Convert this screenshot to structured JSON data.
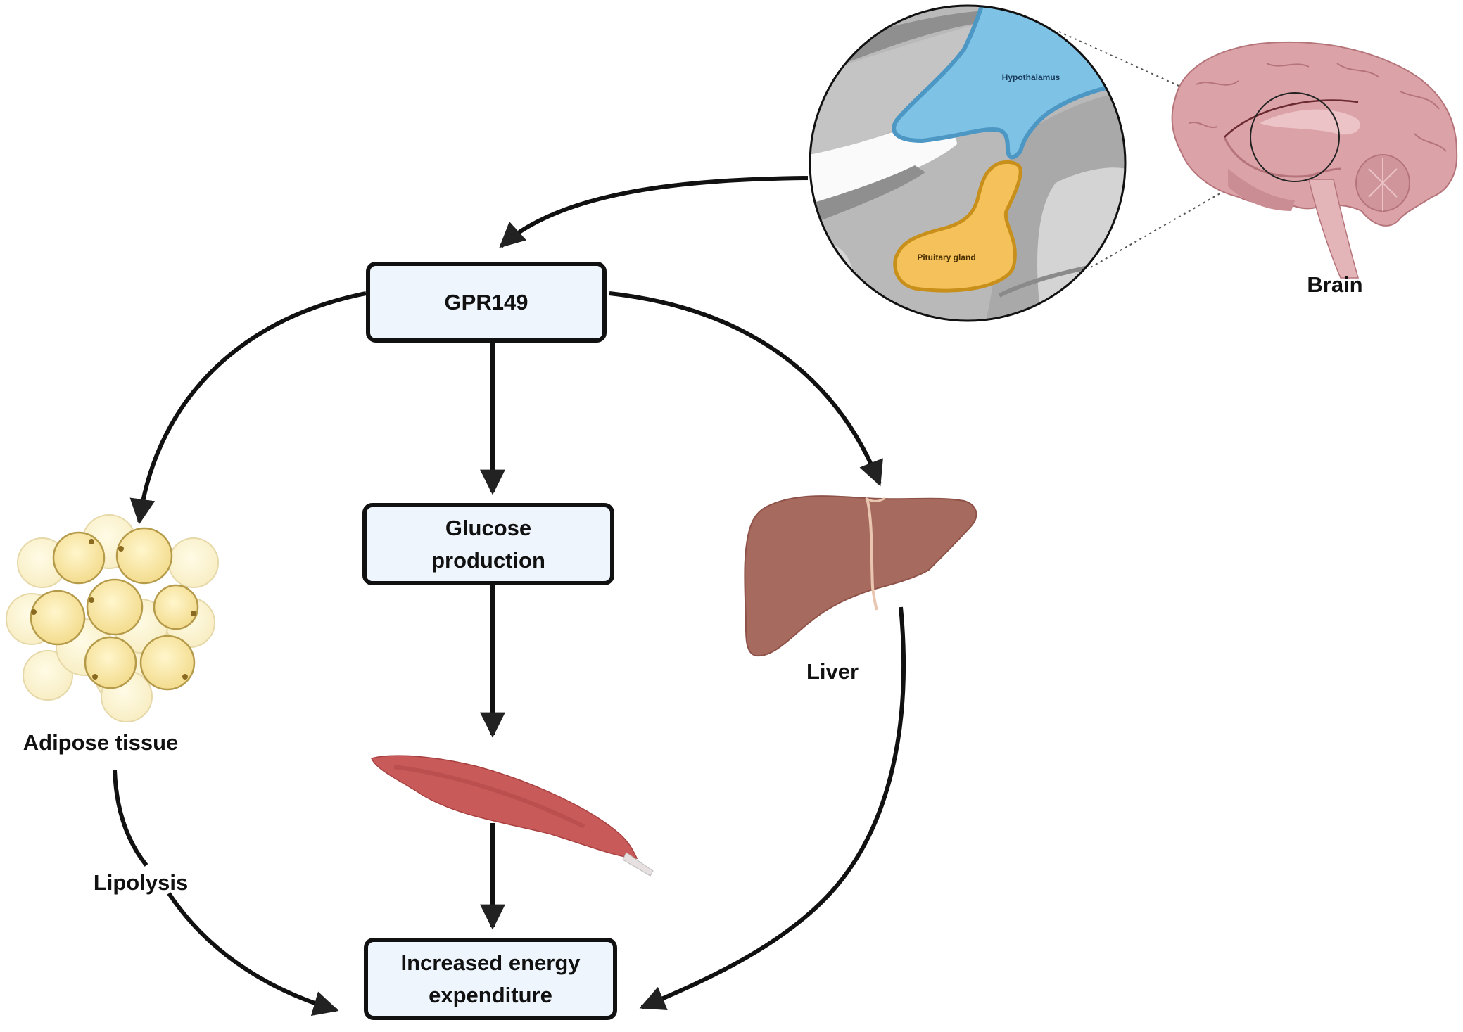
{
  "figure": {
    "nodes": {
      "gpr149": {
        "label": "GPR149"
      },
      "glucose": {
        "label_line1": "Glucose",
        "label_line2": "production"
      },
      "energy": {
        "label_line1": "Increased energy",
        "label_line2": "expenditure"
      }
    },
    "labels": {
      "brain": "Brain",
      "adipose": "Adipose tissue",
      "liver": "Liver",
      "lipolysis": "Lipolysis",
      "hypothalamus": "Hypothalamus",
      "pituitary": "Pituitary gland"
    },
    "edges": [
      {
        "from": "Hypothalamus/Pituitary (Brain)",
        "to": "GPR149"
      },
      {
        "from": "GPR149",
        "to": "Adipose tissue"
      },
      {
        "from": "GPR149",
        "to": "Glucose production"
      },
      {
        "from": "GPR149",
        "to": "Liver"
      },
      {
        "from": "Glucose production",
        "to": "Muscle"
      },
      {
        "from": "Muscle",
        "to": "Increased energy expenditure"
      },
      {
        "from": "Adipose tissue",
        "to": "Increased energy expenditure",
        "label": "Lipolysis"
      },
      {
        "from": "Liver",
        "to": "Increased energy expenditure"
      }
    ],
    "colors": {
      "box_fill": "#eef5fc",
      "stroke": "#111111",
      "hypothalamus": "#7ec3e6",
      "pituitary": "#f5c15a",
      "brain": "#dba3a8",
      "liver": "#a76a5e",
      "muscle": "#c85a5a",
      "adipose": "#f7e7a8"
    }
  }
}
